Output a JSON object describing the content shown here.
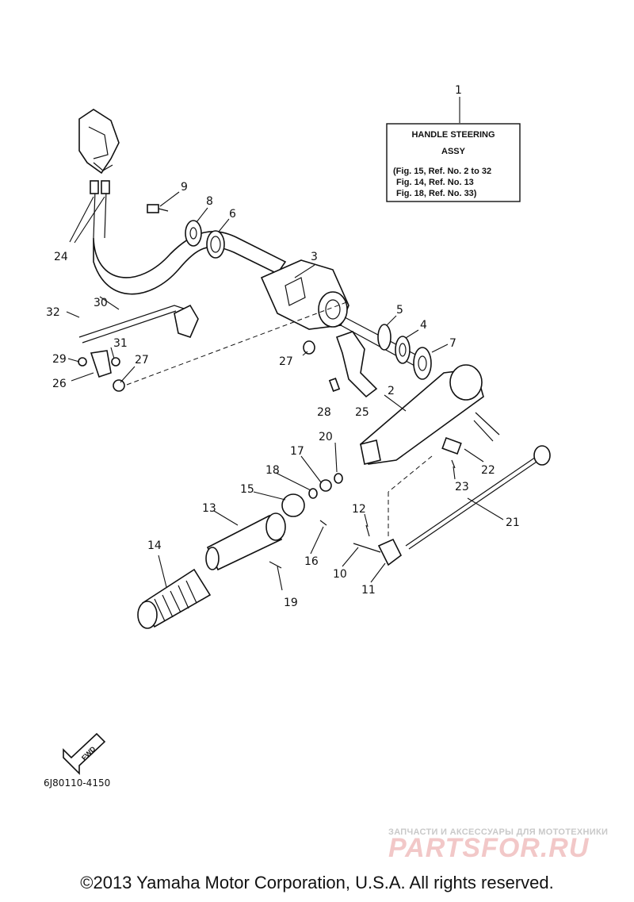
{
  "reference_box": {
    "callout": "1",
    "title_line1": "HANDLE STEERING",
    "title_line2": "ASSY",
    "refs": [
      "(Fig. 15, Ref. No. 2 to 32",
      "Fig. 14, Ref. No. 13",
      "Fig. 18, Ref. No. 33)"
    ]
  },
  "callouts": {
    "c2": "2",
    "c3": "3",
    "c4": "4",
    "c5": "5",
    "c6": "6",
    "c7": "7",
    "c8": "8",
    "c9": "9",
    "c10": "10",
    "c11": "11",
    "c12": "12",
    "c13": "13",
    "c14": "14",
    "c15": "15",
    "c16": "16",
    "c17": "17",
    "c18": "18",
    "c19": "19",
    "c20": "20",
    "c21": "21",
    "c22": "22",
    "c23": "23",
    "c24": "24",
    "c25": "25",
    "c26": "26",
    "c27a": "27",
    "c27b": "27",
    "c28": "28",
    "c29": "29",
    "c30": "30",
    "c31": "31",
    "c32": "32"
  },
  "fwd_label": "FWD",
  "diagram_code": "6J80110-4150",
  "copyright": "©2013 Yamaha Motor Corporation, U.S.A. All rights reserved.",
  "watermark": {
    "tagline": "ЗАПЧАСТИ И АКСЕССУАРЫ ДЛЯ МОТОТЕХНИКИ",
    "brand": "PARTSFOR.RU"
  }
}
